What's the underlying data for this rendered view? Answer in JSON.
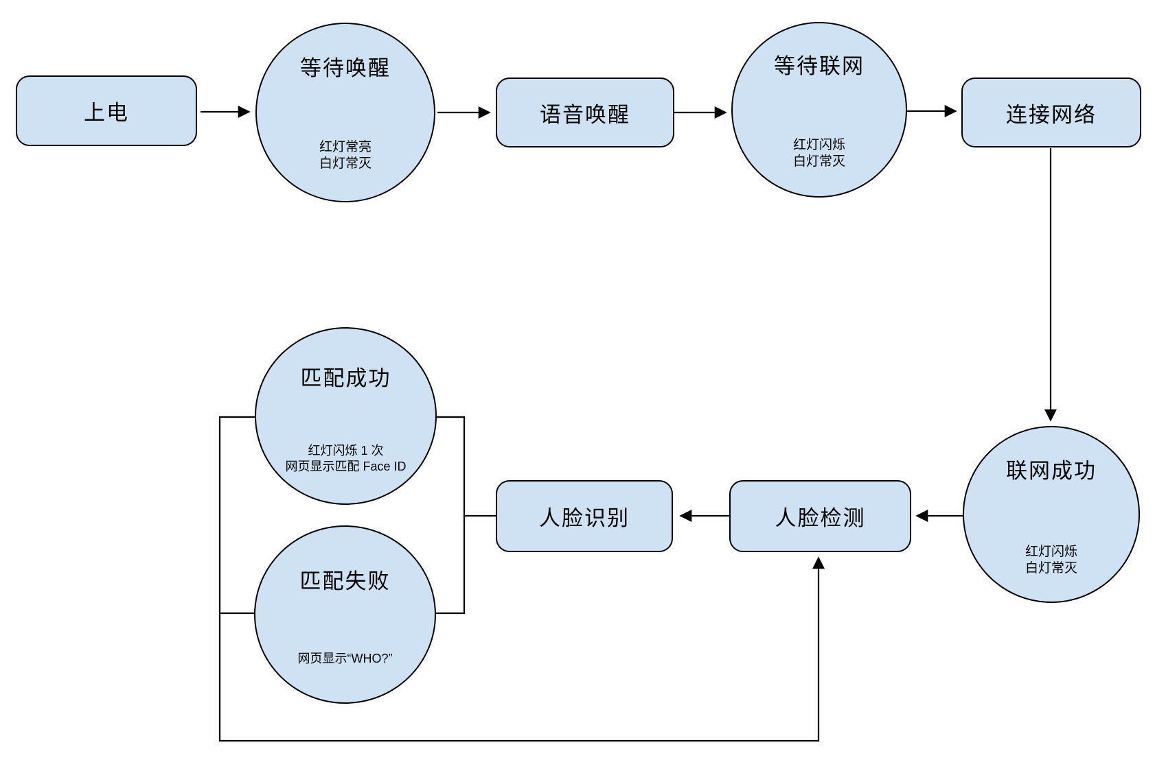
{
  "diagram": {
    "colors": {
      "node_fill": "#cfe2f3",
      "node_border": "#000000",
      "background": "#ffffff",
      "text": "#000000"
    },
    "nodes": {
      "power_on": {
        "label": "上电"
      },
      "wait_wake": {
        "label": "等待唤醒",
        "sub1": "红灯常亮",
        "sub2": "白灯常灭"
      },
      "voice_wake": {
        "label": "语音唤醒"
      },
      "wait_network": {
        "label": "等待联网",
        "sub1": "红灯闪烁",
        "sub2": "白灯常灭"
      },
      "connect_network": {
        "label": "连接网络"
      },
      "network_success": {
        "label": "联网成功",
        "sub1": "红灯闪烁",
        "sub2": "白灯常灭"
      },
      "face_detect": {
        "label": "人脸检测"
      },
      "face_recognize": {
        "label": "人脸识别"
      },
      "match_success": {
        "label": "匹配成功",
        "sub1": "红灯闪烁 1 次",
        "sub2": "网页显示匹配 Face ID"
      },
      "match_fail": {
        "label": "匹配失败",
        "sub1": "网页显示“WHO?”"
      }
    },
    "edges": [
      {
        "from": "power_on",
        "to": "wait_wake",
        "arrow": true
      },
      {
        "from": "wait_wake",
        "to": "voice_wake",
        "arrow": true
      },
      {
        "from": "voice_wake",
        "to": "wait_network",
        "arrow": true
      },
      {
        "from": "wait_network",
        "to": "connect_network",
        "arrow": true
      },
      {
        "from": "connect_network",
        "to": "network_success",
        "arrow": true
      },
      {
        "from": "network_success",
        "to": "face_detect",
        "arrow": true
      },
      {
        "from": "face_detect",
        "to": "face_recognize",
        "arrow": true
      },
      {
        "from": "face_recognize",
        "to": "match_success",
        "arrow": false
      },
      {
        "from": "face_recognize",
        "to": "match_fail",
        "arrow": false
      },
      {
        "from": "match_success",
        "to": "face_detect",
        "arrow": true
      },
      {
        "from": "match_fail",
        "to": "face_detect",
        "arrow": true
      }
    ]
  }
}
